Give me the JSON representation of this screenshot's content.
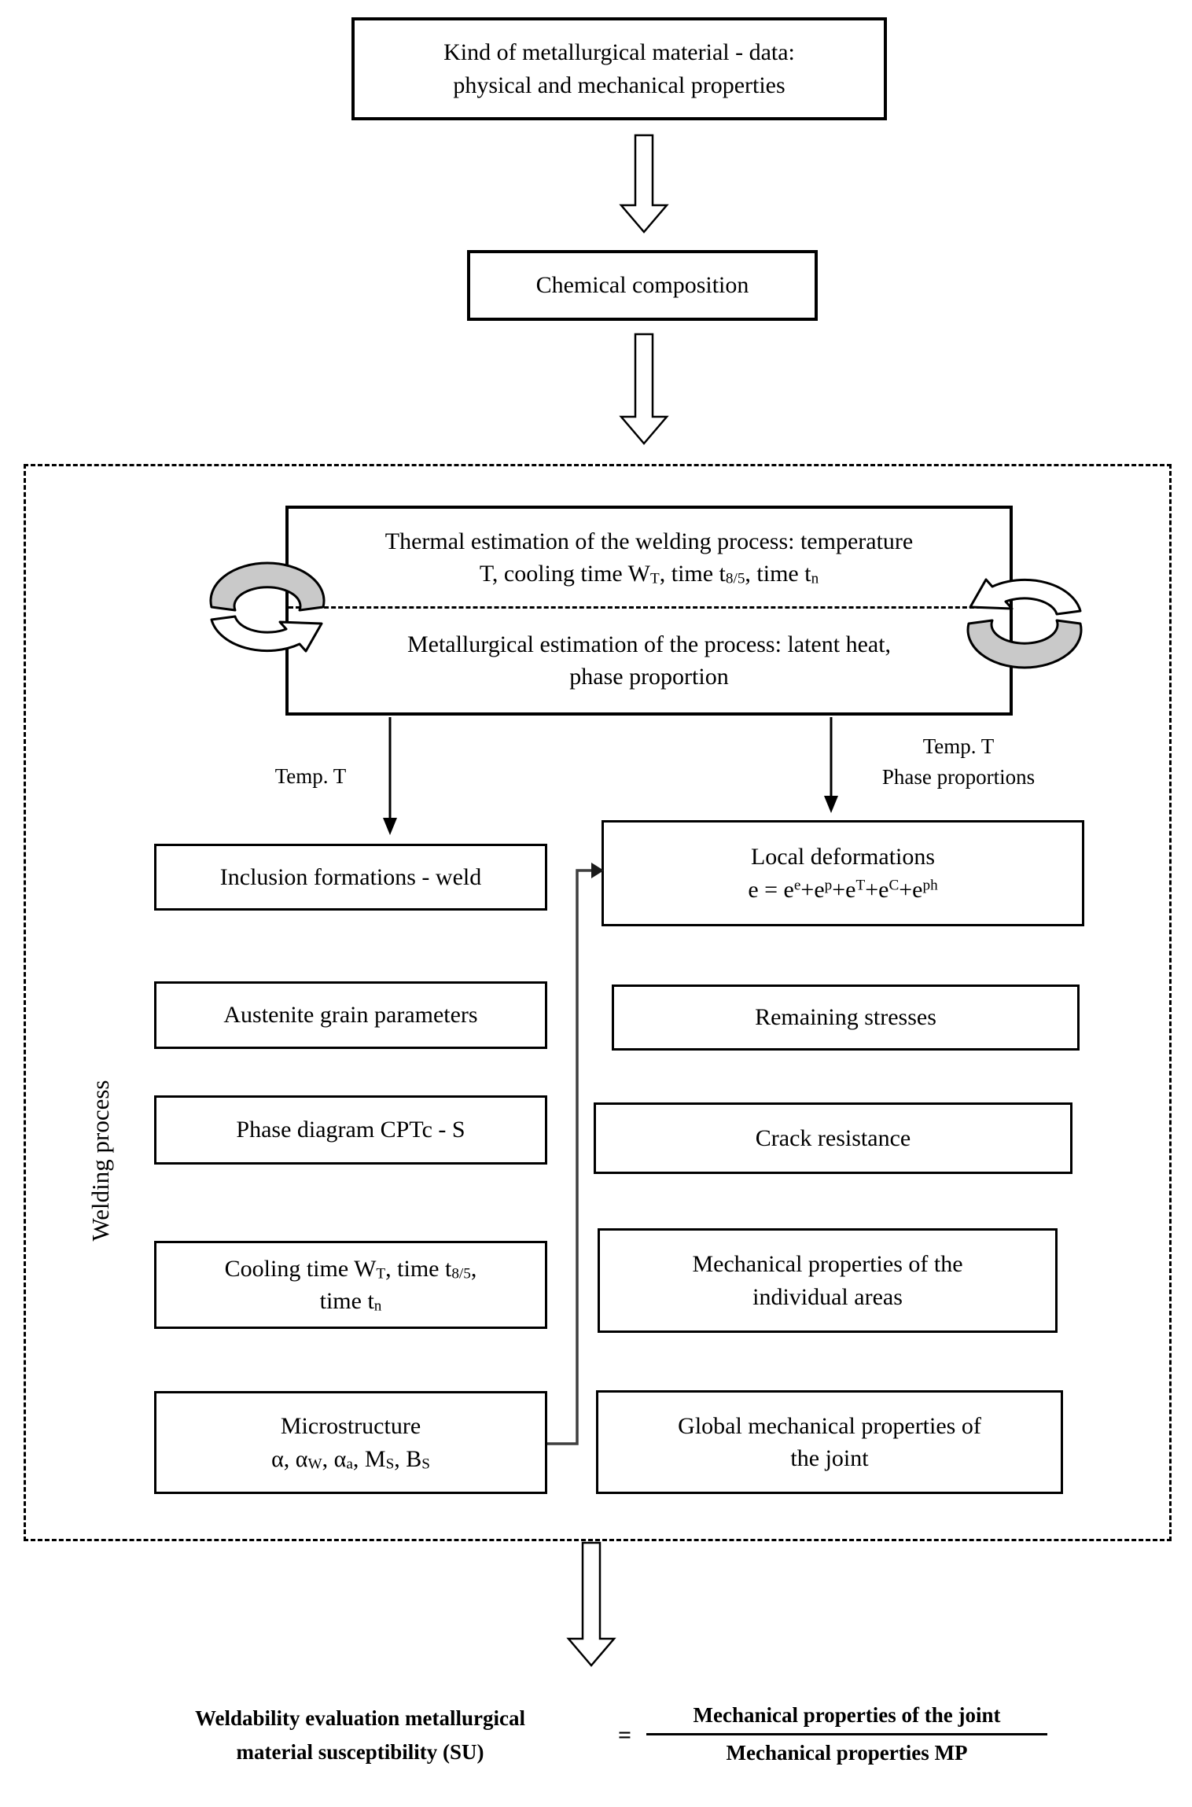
{
  "colors": {
    "ink": "#000000",
    "background": "#ffffff",
    "ribbon_gray": "#c9c9c9",
    "connector_gray": "#3f3f3f"
  },
  "top_box": {
    "line1": "Kind of metallurgical material - data:",
    "line2": "physical and mechanical properties"
  },
  "chemical_box": {
    "label": "Chemical composition"
  },
  "outer_box": {
    "side_label": "Welding process"
  },
  "thermal_box": {
    "line1": "Thermal estimation of the welding process: temperature",
    "line2": [
      {
        "text": "T, cooling time W"
      },
      {
        "sub": "T"
      },
      {
        "text": ", time t"
      },
      {
        "sub": "8/5"
      },
      {
        "text": ", time t"
      },
      {
        "sub": "n"
      }
    ],
    "line3": "Metallurgical estimation of the process: latent heat,",
    "line4": "phase proportion"
  },
  "arrow_labels": {
    "left": "Temp. T",
    "right1": "Temp. T",
    "right2": "Phase proportions"
  },
  "left_column": {
    "inclusion": "Inclusion formations - weld",
    "austenite": "Austenite grain parameters",
    "phase_diagram": "Phase diagram CPTc - S",
    "cooling_line1": [
      {
        "text": "Cooling time W"
      },
      {
        "sub": "T"
      },
      {
        "text": ", time t"
      },
      {
        "sub": "8/5"
      },
      {
        "text": ","
      }
    ],
    "cooling_line2": [
      {
        "text": "time t"
      },
      {
        "sub": "n"
      }
    ],
    "micro_line1": "Microstructure",
    "micro_line2": [
      {
        "text": "α, α"
      },
      {
        "sub": "W"
      },
      {
        "text": ", α"
      },
      {
        "sub": "a"
      },
      {
        "text": ", M"
      },
      {
        "sub": "S"
      },
      {
        "text": ", B"
      },
      {
        "sub": "S"
      }
    ]
  },
  "right_column": {
    "local_line1": "Local deformations",
    "local_line2": [
      {
        "text": "e = e"
      },
      {
        "sup": "e"
      },
      {
        "text": "+e"
      },
      {
        "sup": "p"
      },
      {
        "text": "+e"
      },
      {
        "sup": "T"
      },
      {
        "text": "+e"
      },
      {
        "sup": "C"
      },
      {
        "text": "+e"
      },
      {
        "sup": "ph"
      }
    ],
    "remaining": "Remaining stresses",
    "crack": "Crack resistance",
    "mech_line1": "Mechanical properties of the",
    "mech_line2": "individual areas",
    "global_line1": "Global mechanical properties of",
    "global_line2": "the joint"
  },
  "bottom": {
    "label_line1": "Weldability evaluation metallurgical",
    "label_line2": "material susceptibility (SU)",
    "equals": "=",
    "numerator": "Mechanical properties of the joint",
    "denominator": "Mechanical properties MP"
  }
}
